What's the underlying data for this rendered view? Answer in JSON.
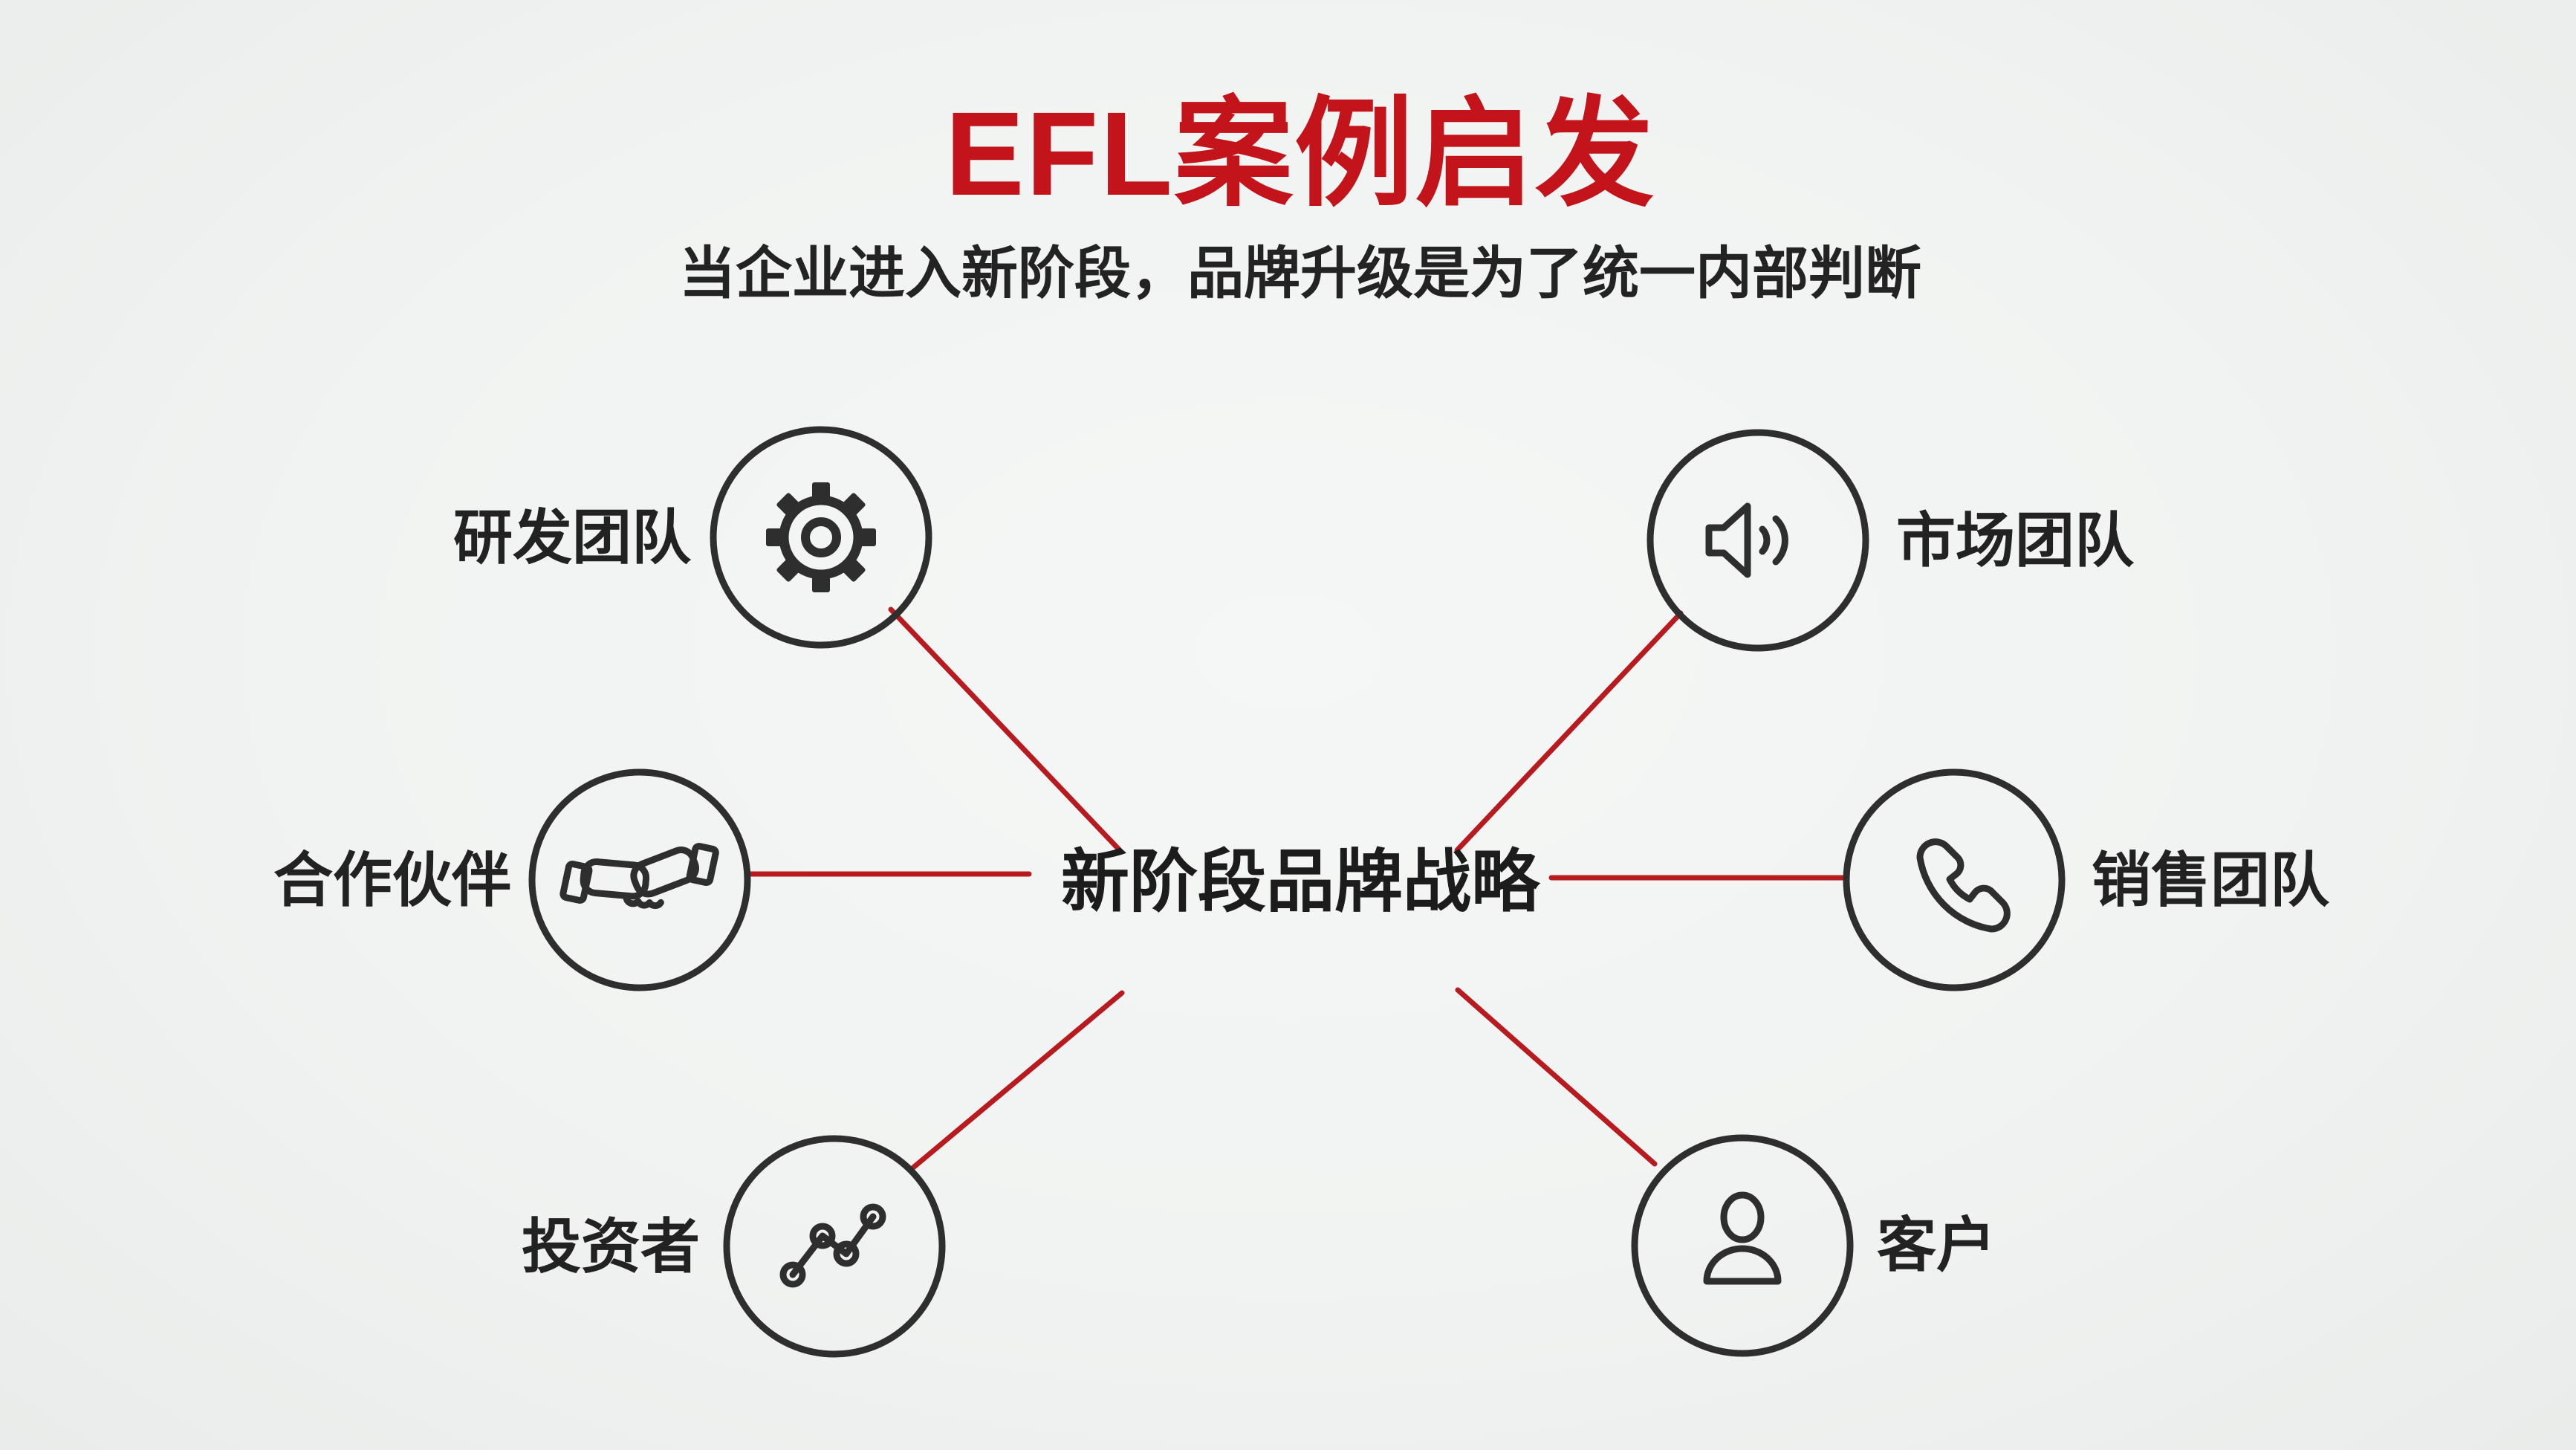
{
  "header": {
    "title": "EFL案例启发",
    "subtitle": "当企业进入新阶段，品牌升级是为了统一内部判断"
  },
  "center": {
    "label": "新阶段品牌战略"
  },
  "nodes": [
    {
      "label": "研发团队",
      "icon": "gear-icon",
      "position": "top-left"
    },
    {
      "label": "市场团队",
      "icon": "speaker-icon",
      "position": "top-right"
    },
    {
      "label": "合作伙伴",
      "icon": "handshake-icon",
      "position": "middle-left"
    },
    {
      "label": "销售团队",
      "icon": "phone-icon",
      "position": "middle-right"
    },
    {
      "label": "投资者",
      "icon": "trend-chart-icon",
      "position": "bottom-left"
    },
    {
      "label": "客户",
      "icon": "person-icon",
      "position": "bottom-right"
    }
  ],
  "colors": {
    "title_red": "#c3141b",
    "spoke_red": "#b71a1f",
    "ink": "#2e2e2e",
    "background": "#f1f3f2"
  }
}
